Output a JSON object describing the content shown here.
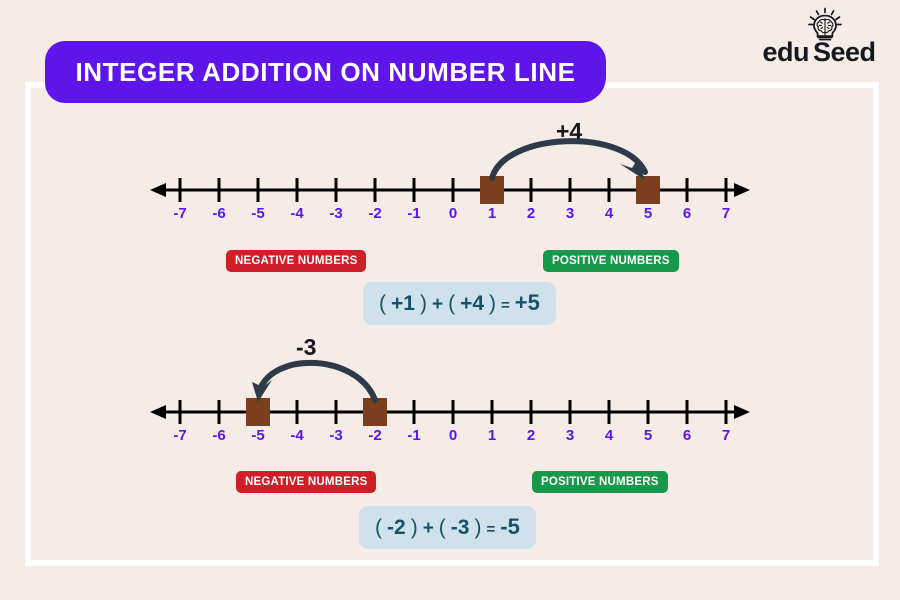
{
  "page": {
    "background_color": "#f6ece7",
    "frame_color": "#ffffff"
  },
  "header": {
    "title": "INTEGER ADDITION ON NUMBER LINE",
    "banner_color": "#5d15ea",
    "title_color": "#ffffff"
  },
  "logo": {
    "text_edu": "edu",
    "text_seed": "Seed",
    "icon_name": "lightbulb-brain-icon",
    "color": "#14191f"
  },
  "labels": {
    "negative_badge": "NEGATIVE NUMBERS",
    "positive_badge": "POSITIVE NUMBERS",
    "negative_color": "#d01f28",
    "positive_color": "#16994a",
    "tick_color": "#5b16f0",
    "marker_color": "#7b3f1d",
    "arrow_color": "#2e3a47",
    "equation_bg": "#cfe2ec",
    "equation_color": "#17506b"
  },
  "examples": [
    {
      "id": "example-1",
      "ticks": [
        "-7",
        "-6",
        "-5",
        "-4",
        "-3",
        "-2",
        "-1",
        "0",
        "1",
        "2",
        "3",
        "4",
        "5",
        "6",
        "7"
      ],
      "start_value": 1,
      "end_value": 5,
      "jump_label": "+4",
      "jump_direction": "right",
      "equation": {
        "left_open": "(",
        "term_a": "+1",
        "left_close": ")",
        "operator": "+",
        "right_open": "(",
        "term_b": "+4",
        "right_close": ")",
        "equals": "=",
        "result": "+5",
        "full_text": "( +1 ) + ( +4 ) = +5"
      }
    },
    {
      "id": "example-2",
      "ticks": [
        "-7",
        "-6",
        "-5",
        "-4",
        "-3",
        "-2",
        "-1",
        "0",
        "1",
        "2",
        "3",
        "4",
        "5",
        "6",
        "7"
      ],
      "start_value": -2,
      "end_value": -5,
      "jump_label": "-3",
      "jump_direction": "left",
      "equation": {
        "left_open": "(",
        "term_a": "-2",
        "left_close": ")",
        "operator": "+",
        "right_open": "(",
        "term_b": "-3",
        "right_close": ")",
        "equals": "=",
        "result": "-5",
        "full_text": "( -2 ) + ( -3 ) = -5"
      }
    }
  ]
}
